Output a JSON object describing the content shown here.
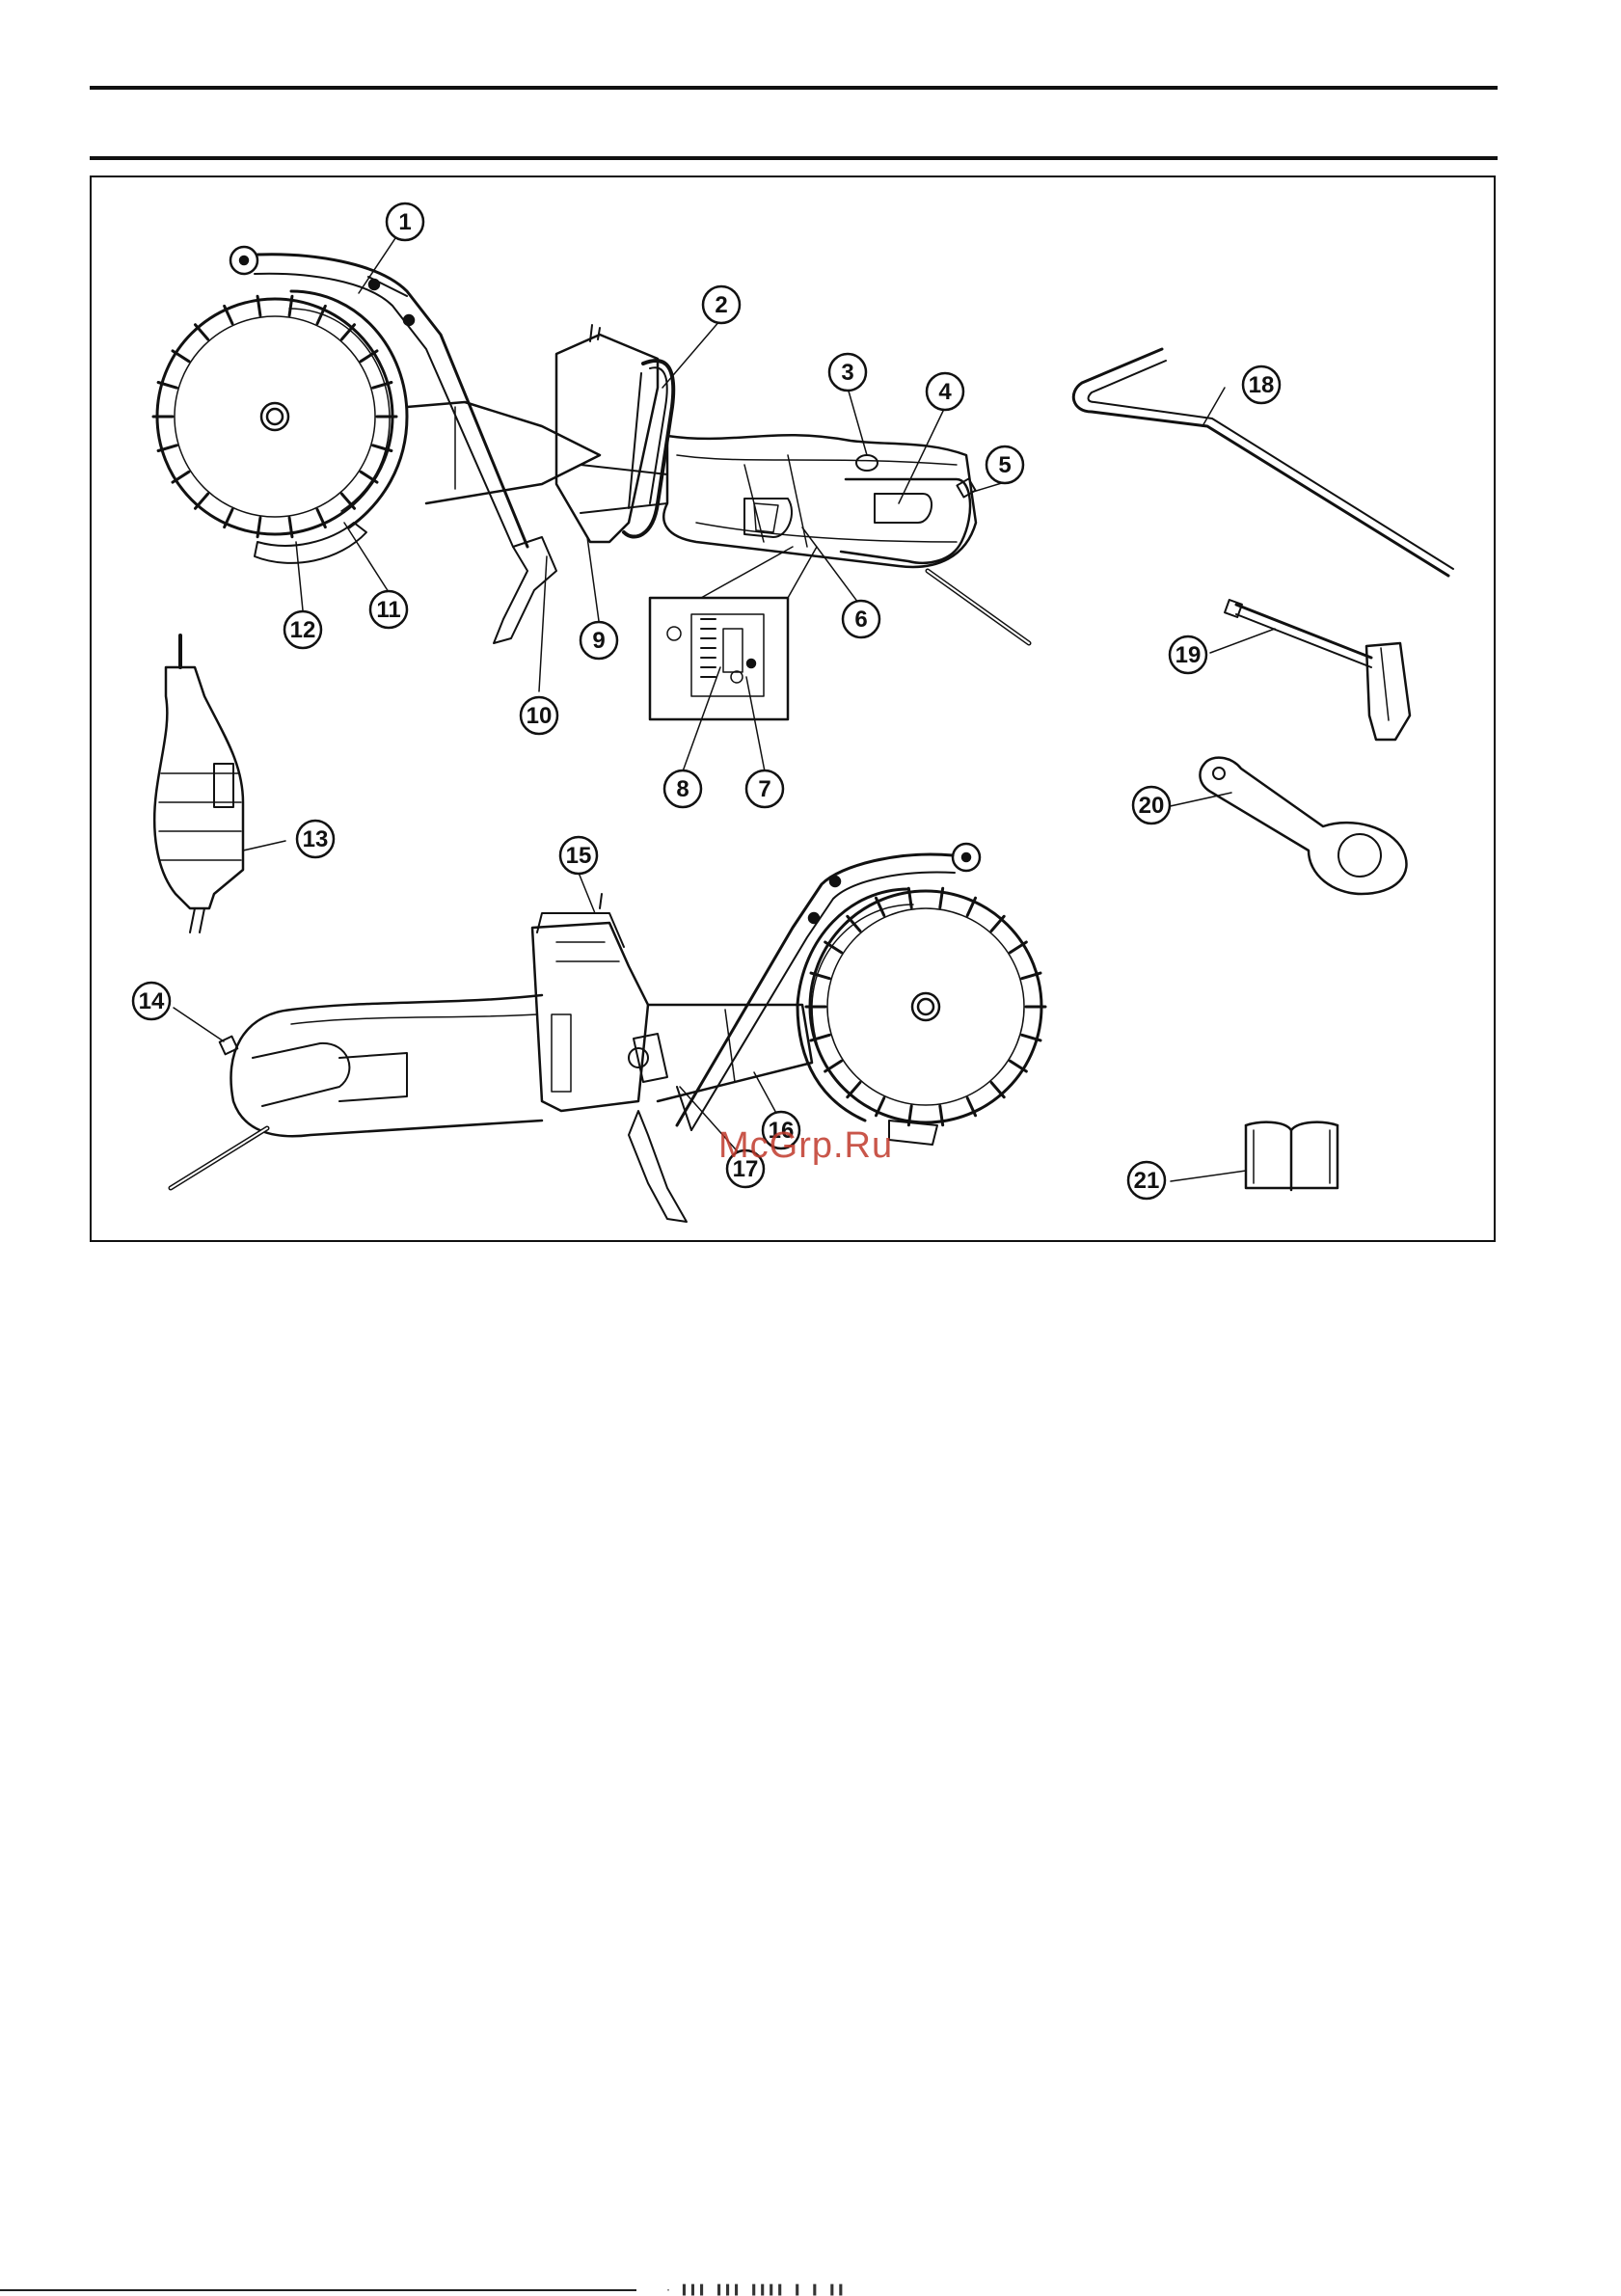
{
  "figure": {
    "callouts": [
      "1",
      "2",
      "3",
      "4",
      "5",
      "6",
      "7",
      "8",
      "9",
      "10",
      "11",
      "12",
      "13",
      "14",
      "15",
      "16",
      "17",
      "18",
      "19",
      "20",
      "21"
    ]
  },
  "watermark": {
    "text": "McGrp.Ru"
  },
  "footer": {
    "marks": "·  ▌▌▌ ▌▌▌ ▌▌▌▌     ▌  ▌ ▌▌"
  },
  "colors": {
    "ink": "#111111",
    "watermark": "#c0392b"
  }
}
